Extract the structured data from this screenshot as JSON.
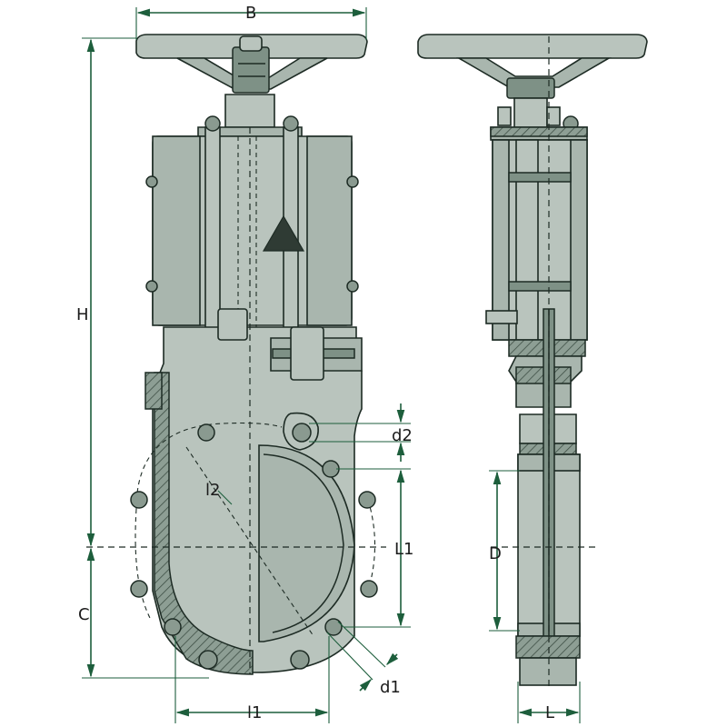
{
  "labels": {
    "B": "B",
    "H": "H",
    "C": "C",
    "l2": "l2",
    "d2": "d2",
    "L1": "L1",
    "d1": "d1",
    "l1": "l1",
    "D": "D",
    "L": "L"
  }
}
